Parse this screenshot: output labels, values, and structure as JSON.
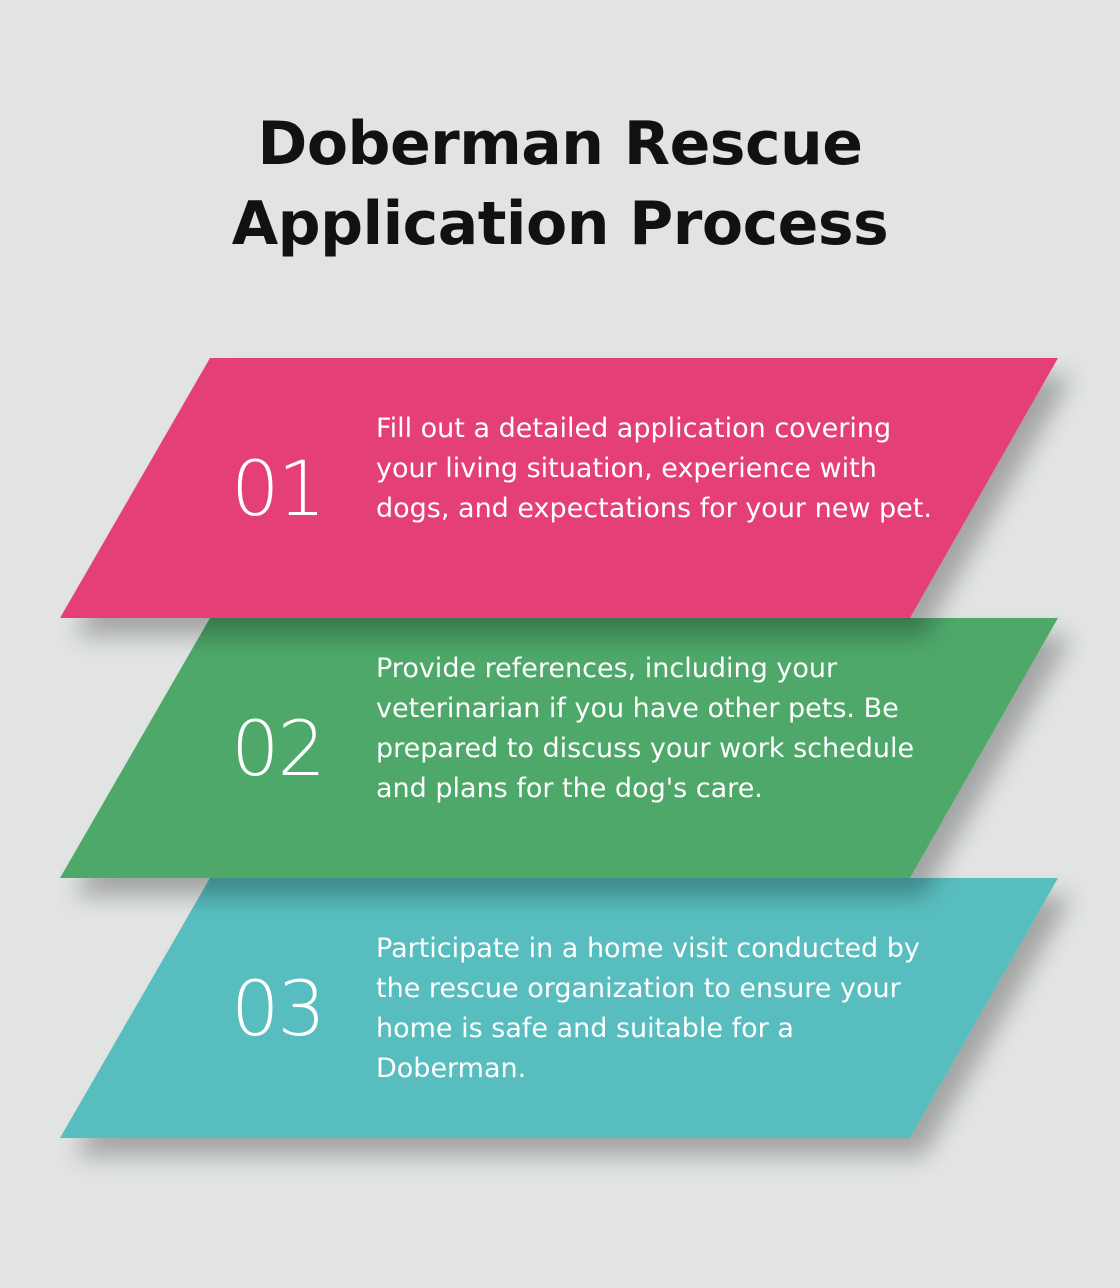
{
  "title": "Doberman Rescue Application Process",
  "steps": [
    {
      "number": "01",
      "text": "Fill out a detailed application covering your living situation, experience with dogs, and expectations for your new pet.",
      "color": "#e44174"
    },
    {
      "number": "02",
      "text": "Provide references, including your veterinarian if you have other pets. Be prepared to discuss your work schedule and plans for the dog's care.",
      "color": "#4da86b"
    },
    {
      "number": "03",
      "text": "Participate in a home visit conducted by the rescue organization to ensure your home is safe and suitable for a Doberman.",
      "color": "#59bdbe"
    }
  ]
}
